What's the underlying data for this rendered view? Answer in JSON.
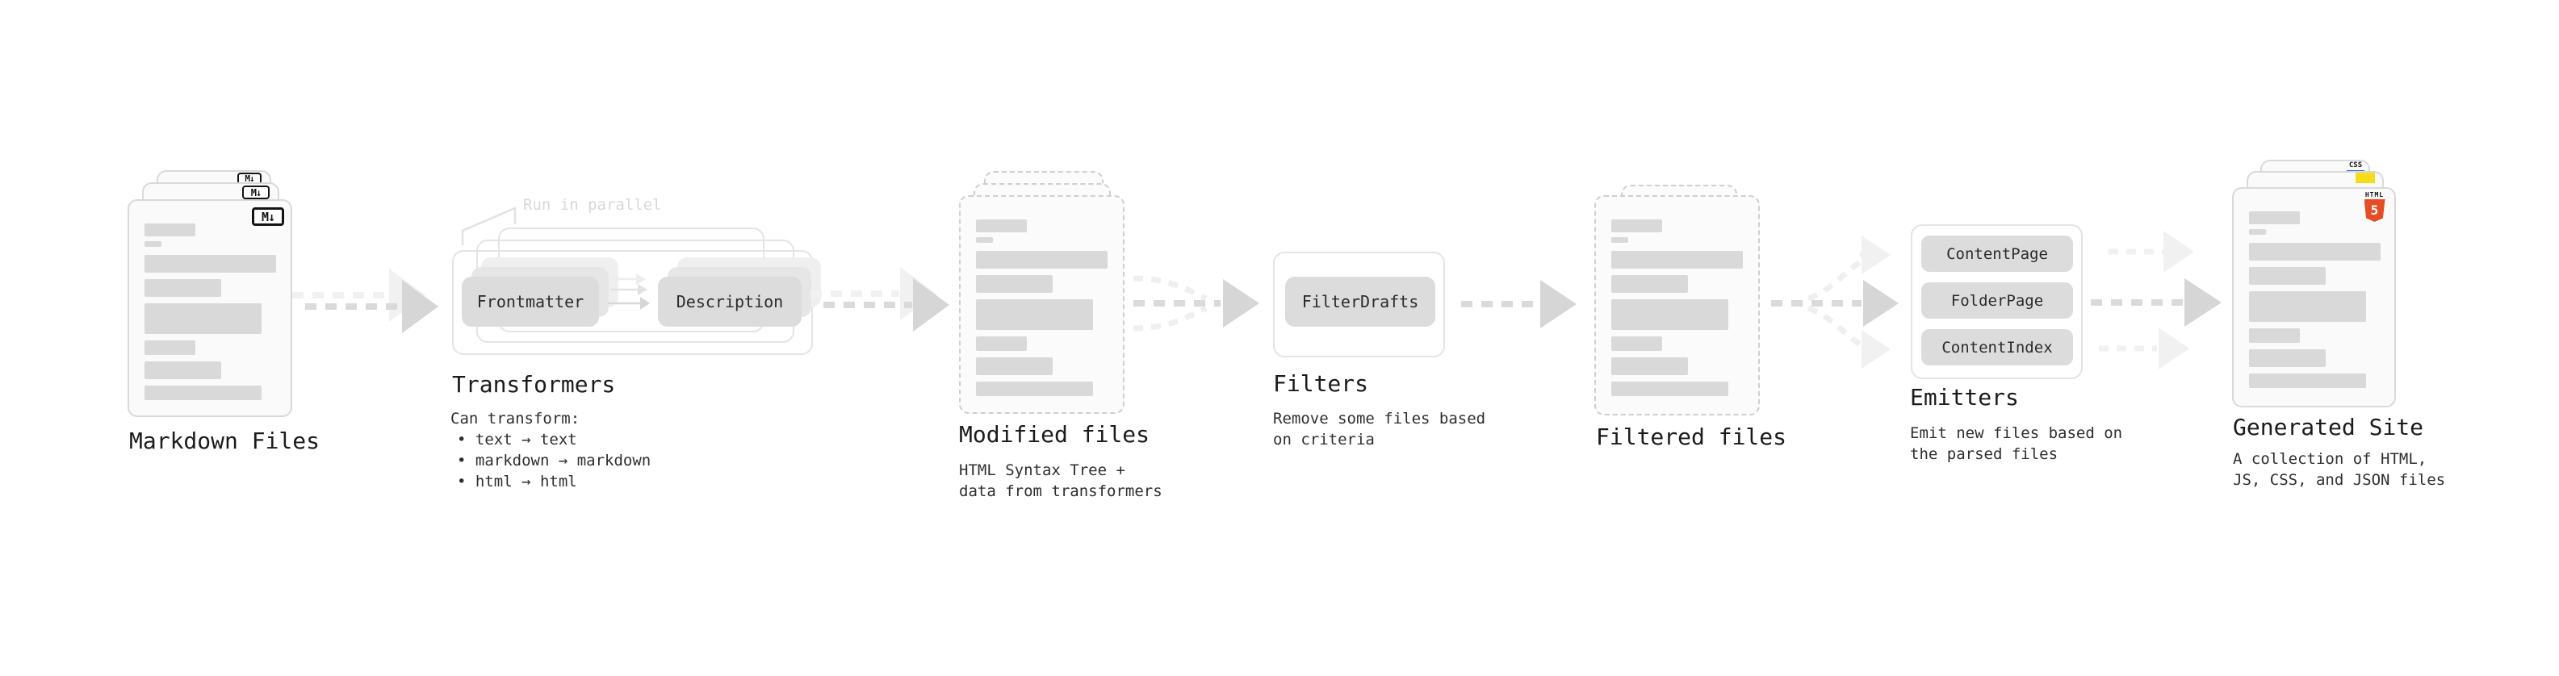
{
  "markdown": {
    "title": "Markdown Files",
    "badge": "M↓"
  },
  "transformers": {
    "parallel_note": "Run in parallel",
    "input_pill": "Frontmatter",
    "output_pill": "Description",
    "title": "Transformers",
    "caption_heading": "Can transform:",
    "bullets": [
      "• text → text",
      "• markdown → markdown",
      "• html → html"
    ]
  },
  "modified": {
    "title": "Modified files",
    "caption_line1": "HTML Syntax Tree +",
    "caption_line2": "data from transformers"
  },
  "filters": {
    "pill": "FilterDrafts",
    "title": "Filters",
    "caption_line1": "Remove some files based",
    "caption_line2": "on criteria"
  },
  "filtered": {
    "title": "Filtered files"
  },
  "emitters": {
    "pills": [
      "ContentPage",
      "FolderPage",
      "ContentIndex"
    ],
    "title": "Emitters",
    "caption_line1": "Emit new files based on",
    "caption_line2": "the parsed files"
  },
  "generated": {
    "title": "Generated Site",
    "caption_line1": "A collection of HTML,",
    "caption_line2": "JS, CSS, and JSON files",
    "badge_css": "CSS",
    "badge_html_label": "HTML",
    "badge_html_number": "5"
  },
  "colors": {
    "html_orange": "#e44d26",
    "js_yellow": "#f5de19",
    "css_blue": "#2b63f5",
    "arrow_gray": "#d6d6d6",
    "bar_gray": "#d9d9d9"
  }
}
